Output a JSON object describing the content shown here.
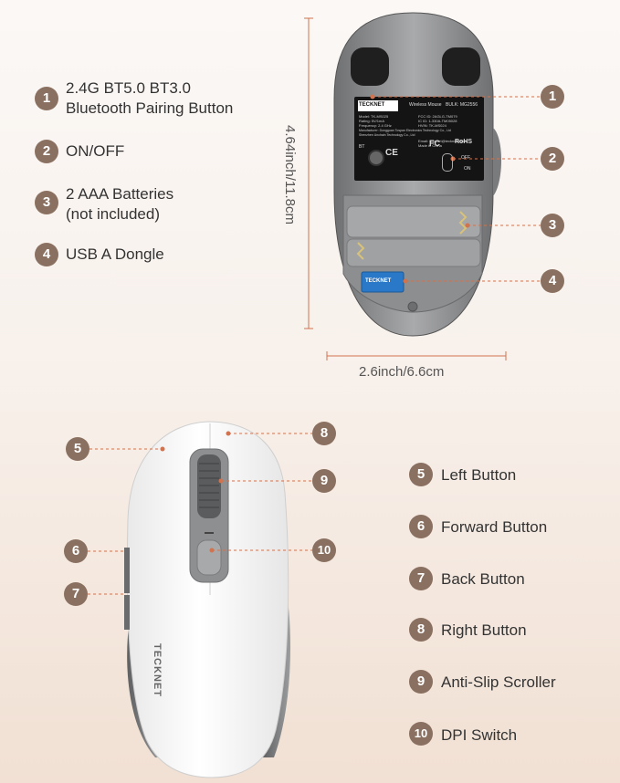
{
  "legend_top": [
    {
      "num": "1",
      "line1": "2.4G BT5.0 BT3.0",
      "line2": "Bluetooth Pairing Button"
    },
    {
      "num": "2",
      "line1": "ON/OFF",
      "line2": ""
    },
    {
      "num": "3",
      "line1": "2 AAA Batteries",
      "line2": "(not included)"
    },
    {
      "num": "4",
      "line1": "USB A Dongle",
      "line2": ""
    }
  ],
  "legend_bottom": [
    {
      "num": "5",
      "label": "Left Button"
    },
    {
      "num": "6",
      "label": "Forward Button"
    },
    {
      "num": "7",
      "label": "Back Button"
    },
    {
      "num": "8",
      "label": "Right Button"
    },
    {
      "num": "9",
      "label": "Anti-Slip Scroller"
    },
    {
      "num": "10",
      "label": "DPI Switch"
    }
  ],
  "dimensions": {
    "height": "4.64inch/11.8cm",
    "width": "2.6inch/6.6cm"
  },
  "brand": "TECKNET",
  "sticker": {
    "brand": "TECKNET",
    "product": "Wireless Mouse",
    "bulk": "BULK: MG2556",
    "model": "Model: TK-MS025",
    "rating": "Rating: 5V/1mA",
    "freq": "Frequency: 2.4 GHz",
    "fcc": "FCC ID: 2AGLG-TM079",
    "ic": "IC ID: 1-330A-TM05028",
    "hvin": "HVIN: TK-MS024",
    "maker": "Manufacturer: Dongguan Tospan Electronics Technology Co., Ltd",
    "maker2": "Shenzhen Unchain Technology Co., Ltd",
    "email": "Email: support@tecknet.co.uk",
    "origin": "Made in China",
    "bt": "BT",
    "off": "OFF",
    "on": "ON"
  },
  "colors": {
    "badge": "#8a7060",
    "callout": "#d0734e",
    "dongle": "#2a78c8"
  }
}
